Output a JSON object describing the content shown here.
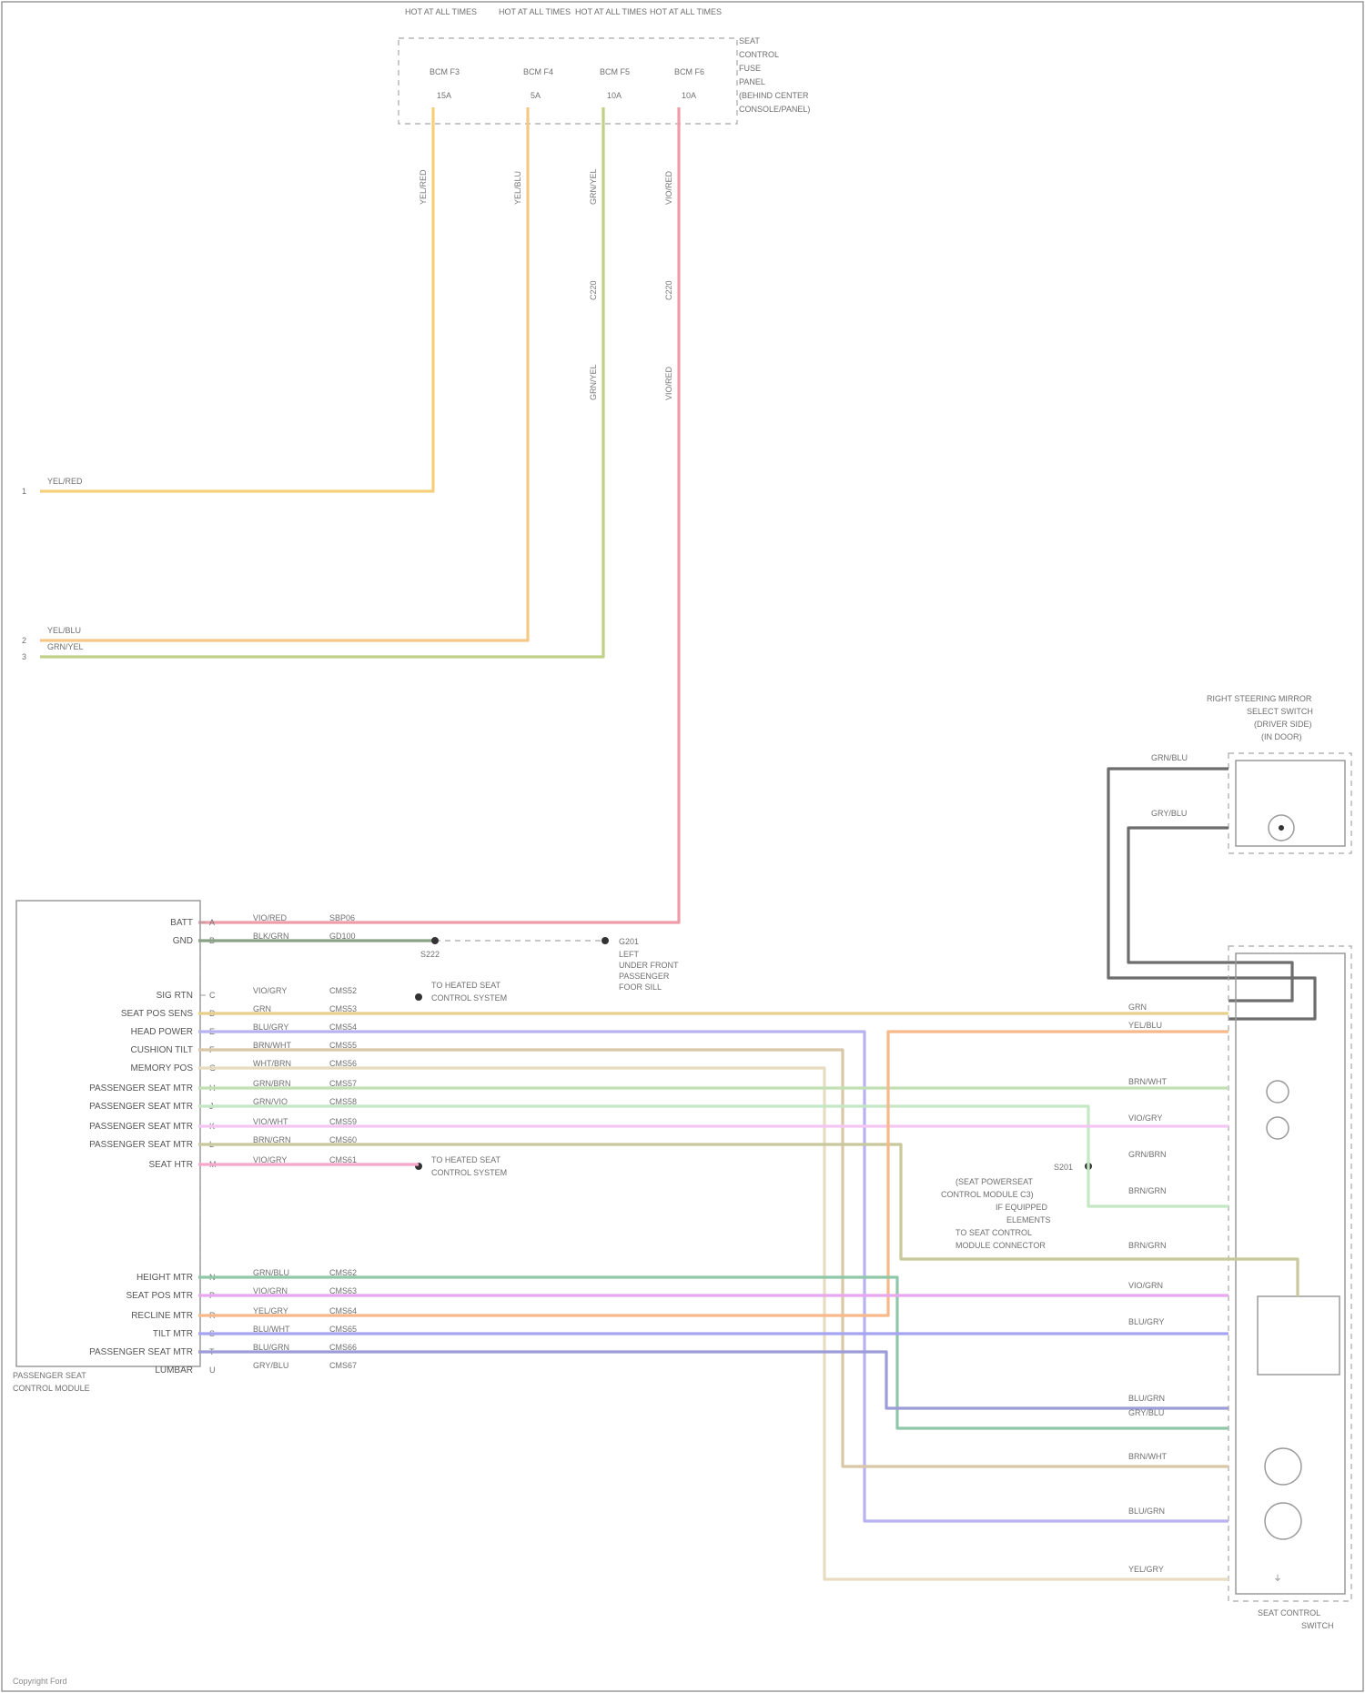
{
  "diagram": {
    "watermark": "Copyright Ford",
    "top_connector": {
      "description_lines": [
        "SEAT",
        "CONTROL",
        "FUSE",
        "PANEL",
        "(BEHIND CENTER",
        "CONSOLE/PANEL)"
      ],
      "pins": [
        {
          "fuse": "HOT AT ALL TIMES",
          "terminal": "BCM F3",
          "rating": "15A"
        },
        {
          "fuse": "HOT AT ALL TIMES",
          "terminal": "BCM F4",
          "rating": "5A"
        },
        {
          "fuse": "HOT AT ALL TIMES",
          "terminal": "BCM F5",
          "rating": "10A"
        },
        {
          "fuse": "HOT AT ALL TIMES",
          "terminal": "BCM F6",
          "rating": "10A"
        }
      ]
    },
    "vertical_labels": [
      "YEL/RED",
      "YEL/BLU",
      "GRN/YEL",
      "VIO/RED",
      "C220",
      "C220",
      "GRN/YEL",
      "VIO/RED"
    ],
    "left_stubs": [
      {
        "pin": "1",
        "color_label": "YEL/RED"
      },
      {
        "pin": "2",
        "color_label": "YEL/BLU"
      },
      {
        "pin": "3",
        "color_label": "GRN/YEL"
      }
    ],
    "pcm": {
      "name_lines": [
        "PASSENGER SEAT",
        "CONTROL MODULE"
      ],
      "ground_label": "G201",
      "splice_label": "S222",
      "ground_desc": [
        "LEFT",
        "UNDER FRONT",
        "PASSENGER",
        "FOOR SILL"
      ],
      "note_top": [
        "TO HEATED SEAT",
        "CONTROL SYSTEM"
      ],
      "note_mid": [
        "TO HEATED SEAT",
        "CONTROL SYSTEM"
      ],
      "rows": [
        {
          "label": "BATT",
          "pin": "A",
          "wire": "VIO/RED",
          "circuit": "SBP06"
        },
        {
          "label": "GND",
          "pin": "B",
          "wire": "BLK/GRN",
          "circuit": "GD100"
        },
        {
          "label": "SIG RTN",
          "pin": "C",
          "wire": "VIO/GRY",
          "circuit": "CMS52"
        },
        {
          "label": "SEAT POS SENS",
          "pin": "D",
          "wire": "GRN",
          "circuit": "CMS53"
        },
        {
          "label": "HEAD POWER",
          "pin": "E",
          "wire": "BLU/GRY",
          "circuit": "CMS54"
        },
        {
          "label": "CUSHION TILT",
          "pin": "F",
          "wire": "BRN/WHT",
          "circuit": "CMS55"
        },
        {
          "label": "MEMORY POS",
          "pin": "G",
          "wire": "WHT/BRN",
          "circuit": "CMS56"
        },
        {
          "label": "PASSENGER SEAT MTR",
          "pin": "H",
          "wire": "GRN/BRN",
          "circuit": "CMS57"
        },
        {
          "label": "PASSENGER SEAT MTR",
          "pin": "J",
          "wire": "GRN/VIO",
          "circuit": "CMS58"
        },
        {
          "label": "PASSENGER SEAT MTR",
          "pin": "K",
          "wire": "VIO/WHT",
          "circuit": "CMS59"
        },
        {
          "label": "PASSENGER SEAT MTR",
          "pin": "L",
          "wire": "BRN/GRN",
          "circuit": "CMS60"
        },
        {
          "label": "SEAT HTR",
          "pin": "M",
          "wire": "VIO/GRY",
          "circuit": "CMS61"
        }
      ],
      "lower_rows": [
        {
          "label": "HEIGHT MTR",
          "pin": "N",
          "wire": "GRN/BLU",
          "circuit": "CMS62"
        },
        {
          "label": "SEAT POS MTR",
          "pin": "P",
          "wire": "VIO/GRN",
          "circuit": "CMS63"
        },
        {
          "label": "RECLINE MTR",
          "pin": "R",
          "wire": "YEL/GRY",
          "circuit": "CMS64"
        },
        {
          "label": "TILT MTR",
          "pin": "S",
          "wire": "BLU/WHT",
          "circuit": "CMS65"
        },
        {
          "label": "PASSENGER SEAT MTR",
          "pin": "T",
          "wire": "BLU/GRN",
          "circuit": "CMS66"
        },
        {
          "label": "LUMBAR",
          "pin": "U",
          "wire": "GRY/BLU",
          "circuit": "CMS67"
        }
      ]
    },
    "right_module": {
      "name_lines": [
        "RIGHT STEERING MIRROR",
        "SELECT SWITCH",
        "(DRIVER SIDE)",
        "(IN DOOR)"
      ],
      "pin_labels": [
        "GRN/BLU",
        "GRY/BLU"
      ]
    },
    "motor_group": {
      "name_lines": [
        "SEAT CONTROL",
        "SWITCH"
      ],
      "wire_labels": [
        "GRN",
        "YEL/BLU",
        "BRN/WHT",
        "VIO/GRY",
        "GRN/BRN",
        "BRN/GRN",
        "BRN/GRN",
        "VIO/GRN",
        "BLU/GRY",
        "BLU/GRN",
        "GRY/BLU",
        "BRN/WHT",
        "BLU/GRN",
        "YEL/GRY"
      ],
      "splice_note": [
        "S201",
        "(SEAT POWERSEAT",
        "CONTROL MODULE C3)",
        "IF EQUIPPED",
        "ELEMENTS",
        "TO SEAT CONTROL",
        "MODULE CONNECTOR"
      ]
    }
  }
}
